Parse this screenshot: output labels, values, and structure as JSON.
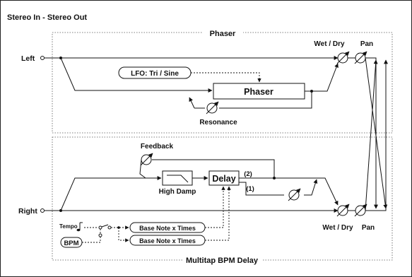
{
  "page_title": "Stereo In - Stereo Out",
  "phaser": {
    "section_title": "Phaser",
    "lfo_label": "LFO: Tri / Sine",
    "block_label": "Phaser",
    "resonance_label": "Resonance"
  },
  "delay": {
    "section_title": "Multitap BPM Delay",
    "feedback_label": "Feedback",
    "high_damp_label": "High Damp",
    "block_label": "Delay",
    "tap2_label": "(2)",
    "tap1_label": "(1)",
    "tempo_label": "Tempo",
    "bpm_label": "BPM",
    "base_note_1": "Base Note x Times",
    "base_note_2": "Base Note x Times"
  },
  "io": {
    "left_label": "Left",
    "right_label": "Right"
  },
  "mix": {
    "wet_dry_top": "Wet / Dry",
    "pan_top": "Pan",
    "wet_dry_bottom": "Wet / Dry",
    "pan_bottom": "Pan"
  },
  "colors": {
    "line": "#111111",
    "box_fill": "#ffffff",
    "background": "#ffffff"
  }
}
